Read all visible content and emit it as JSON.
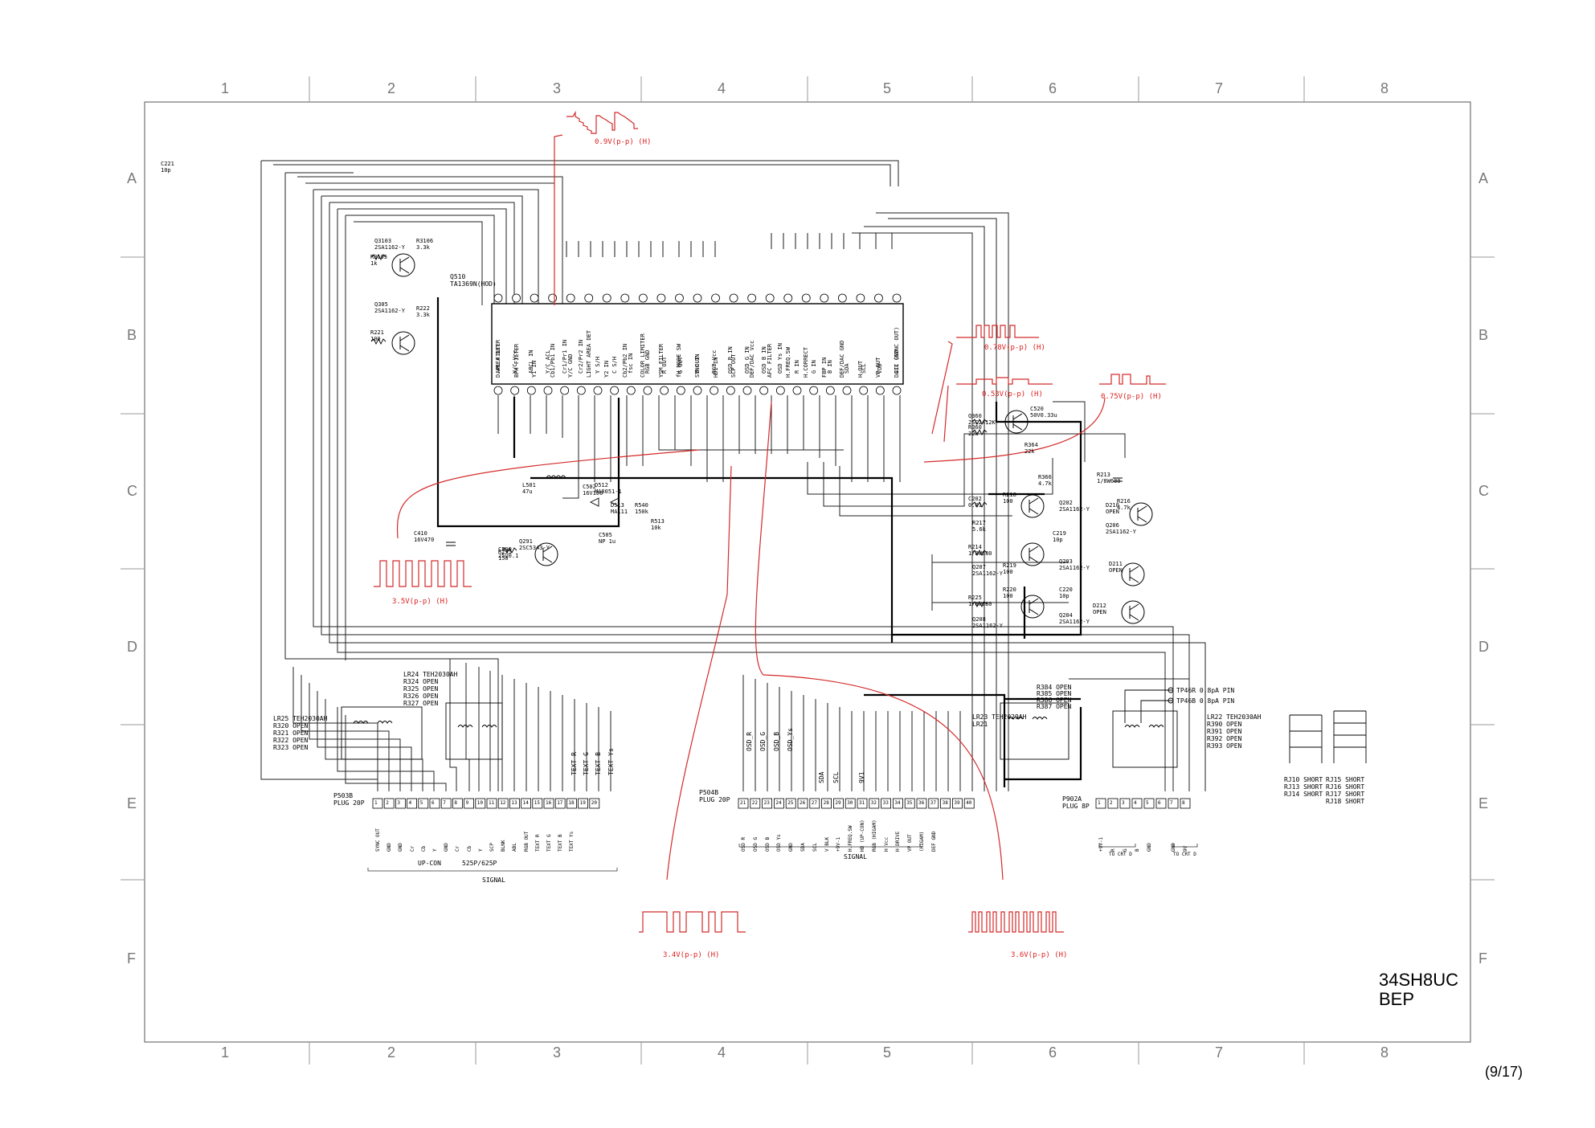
{
  "grid": {
    "columns": [
      "1",
      "2",
      "3",
      "4",
      "5",
      "6",
      "7",
      "8"
    ],
    "rows": [
      "A",
      "B",
      "C",
      "D",
      "E",
      "F"
    ]
  },
  "title_block": {
    "model": "34SH8UC",
    "variant": "BEP"
  },
  "page_number": "(9/17)",
  "waveforms": [
    {
      "id": "wf1",
      "amplitude": "0.9V(p-p)",
      "timebase": "(H)"
    },
    {
      "id": "wf2",
      "amplitude": "0.78V(p-p)",
      "timebase": "(H)"
    },
    {
      "id": "wf3",
      "amplitude": "0.53V(p-p)",
      "timebase": "(H)"
    },
    {
      "id": "wf4",
      "amplitude": "0.75V(p-p)",
      "timebase": "(H)"
    },
    {
      "id": "wf5",
      "amplitude": "3.5V(p-p)",
      "timebase": "(H)"
    },
    {
      "id": "wf6",
      "amplitude": "3.4V(p-p)",
      "timebase": "(H)"
    },
    {
      "id": "wf7",
      "amplitude": "3.6V(p-p)",
      "timebase": "(H)"
    }
  ],
  "main_ic": {
    "ref": "Q510",
    "part": "TA1369N(HOD)"
  },
  "ic_pins_top": [
    "D.AREA DET",
    "BPH FILTER",
    "Y1 IN",
    "Cb1/Pb1 IN",
    "Y/C GND",
    "LIGHT AREA DET",
    "Y2 IN",
    "Cb2/Pb2 IN",
    "COLOR LIMITER",
    "YSM FILTER",
    "fH MODE SW",
    "SYNC IN",
    "HD1 IN",
    "SCP OUT",
    "DEF/DAC Vcc",
    "AFC FILTER",
    "H.FREQ.SW",
    "H.CORRECT",
    "FBP IN",
    "DEF/DAC GND",
    "H-OUT",
    "VP OUT",
    "DAC1 (SYNC OUT)"
  ],
  "ic_pins_bottom": [
    "APL FILTER",
    "Y/C Vcc",
    "ABCL IN",
    "Y/C ACL",
    "Cr1/Pr1 IN",
    "Cr2/Pr2 IN",
    "Y S/H",
    "C S/H",
    "fsc IN",
    "RGB GND",
    "R OUT",
    "G OUT",
    "B OUT",
    "RGB Vcc",
    "OSD R IN",
    "OSD G IN",
    "OSD B IN",
    "OSD Ys IN",
    "R IN",
    "G IN",
    "B IN",
    "SDA",
    "SCL",
    "VDD",
    "IIC GND"
  ],
  "components": [
    {
      "ref": "Q3103",
      "val": "2SA1162-Y"
    },
    {
      "ref": "R3106",
      "val": "3.3k"
    },
    {
      "ref": "R3105",
      "val": "1k"
    },
    {
      "ref": "Q305",
      "val": "2SA1162-Y"
    },
    {
      "ref": "R222",
      "val": "3.3k"
    },
    {
      "ref": "R221",
      "val": "100"
    },
    {
      "ref": "Q291",
      "val": "2SC5343-Y"
    },
    {
      "ref": "R295",
      "val": "150"
    },
    {
      "ref": "C410",
      "val": "16V470"
    },
    {
      "ref": "L501",
      "val": "47u"
    },
    {
      "ref": "C500",
      "val": "25V0.1"
    },
    {
      "ref": "C502",
      "val": "16V100"
    },
    {
      "ref": "D512",
      "val": "MA8051-1"
    },
    {
      "ref": "D513",
      "val": "MA111"
    },
    {
      "ref": "R540",
      "val": "150k"
    },
    {
      "ref": "R513",
      "val": "10k"
    },
    {
      "ref": "C505",
      "val": "NP 1u"
    },
    {
      "ref": "C520",
      "val": "50V0.33u"
    },
    {
      "ref": "Q360",
      "val": "2SC2412K"
    },
    {
      "ref": "R360",
      "val": "22k"
    },
    {
      "ref": "R364",
      "val": "22k"
    },
    {
      "ref": "R366",
      "val": "4.7k"
    },
    {
      "ref": "R213",
      "val": "1/8W680"
    },
    {
      "ref": "C202",
      "val": "0.01"
    },
    {
      "ref": "R218",
      "val": "100"
    },
    {
      "ref": "Q202",
      "val": "2SA1162-Y"
    },
    {
      "ref": "D210",
      "val": "OPEN"
    },
    {
      "ref": "R216",
      "val": "4.7k"
    },
    {
      "ref": "Q206",
      "val": "2SA1162-Y"
    },
    {
      "ref": "R217",
      "val": "5.6k"
    },
    {
      "ref": "C219",
      "val": "10p"
    },
    {
      "ref": "R214",
      "val": "1/8W680"
    },
    {
      "ref": "R219",
      "val": "100"
    },
    {
      "ref": "Q203",
      "val": "2SA1162-Y"
    },
    {
      "ref": "D211",
      "val": "OPEN"
    },
    {
      "ref": "Q207",
      "val": "2SA1162-Y"
    },
    {
      "ref": "C220",
      "val": "10p"
    },
    {
      "ref": "R225",
      "val": "1/8W680"
    },
    {
      "ref": "R220",
      "val": "100"
    },
    {
      "ref": "Q204",
      "val": "2SA1162-Y"
    },
    {
      "ref": "D212",
      "val": "OPEN"
    },
    {
      "ref": "Q208",
      "val": "2SA1162-Y"
    },
    {
      "ref": "C221",
      "val": "10p"
    }
  ],
  "filter_blocks": [
    {
      "id": "LR25",
      "lines": [
        "LR25 TEH2030AH",
        "R320  OPEN",
        "R321  OPEN",
        "R322  OPEN",
        "R323  OPEN"
      ]
    },
    {
      "id": "LR24",
      "lines": [
        "LR24 TEH2030AH",
        "R324  OPEN",
        "R325  OPEN",
        "R326  OPEN",
        "R327  OPEN"
      ]
    },
    {
      "id": "LR23",
      "lines": [
        "LR23 TEH2029AH",
        "LR21",
        "R384 OPEN",
        "R385 OPEN",
        "R386 OPEN",
        "R387 OPEN"
      ]
    },
    {
      "id": "LR22",
      "lines": [
        "LR22  TEH2030AH",
        "R390  OPEN",
        "R391  OPEN",
        "R392  OPEN",
        "R393  OPEN"
      ]
    }
  ],
  "jumpers": [
    "RJ10 SHORT",
    "RJ13 SHORT",
    "RJ14 SHORT",
    "RJ15 SHORT",
    "RJ16 SHORT",
    "RJ17 SHORT",
    "RJ18 SHORT"
  ],
  "test_points": [
    "TP46R  0.8pA PIN",
    "TP46B  0.8pA PIN"
  ],
  "connectors": [
    {
      "ref": "P503B",
      "type": "PLUG 20P",
      "pins": [
        "1",
        "2",
        "3",
        "4",
        "5",
        "6",
        "7",
        "8",
        "9",
        "10",
        "11",
        "12",
        "13",
        "14",
        "15",
        "16",
        "17",
        "18",
        "19",
        "20"
      ],
      "signals": [
        "SYNC OUT",
        "GND",
        "GND",
        "Cr",
        "Cb",
        "Y",
        "GND",
        "Cr",
        "Cb",
        "Y",
        "SCP",
        "BLNK",
        "ABL",
        "RGB OUT",
        "TEXT R",
        "TEXT G",
        "TEXT B",
        "TEXT Ys",
        "",
        ""
      ],
      "group_labels": [
        "UP-CON",
        "525P/625P",
        "SIGNAL"
      ]
    },
    {
      "ref": "P504B",
      "type": "PLUG 20P",
      "pins": [
        "21",
        "22",
        "23",
        "24",
        "25",
        "26",
        "27",
        "28",
        "29",
        "30",
        "31",
        "32",
        "33",
        "34",
        "35",
        "36",
        "37",
        "38",
        "39",
        "40"
      ],
      "signals": [
        "OSD R",
        "OSD G",
        "OSD B",
        "OSD Ys",
        "GND",
        "SDA",
        "SCL",
        "V BLK",
        "+9V-1",
        "H.FREQ.SW",
        "HD (UP-CON)",
        "RGB (HIGAM)",
        "H Vcc",
        "H DRIVE",
        "VP OUT",
        "(HIGAM)",
        "DEF GND",
        "",
        "",
        ""
      ],
      "group_labels": [
        "SIGNAL"
      ]
    },
    {
      "ref": "P902A",
      "type": "PLUG 8P",
      "pins": [
        "1",
        "2",
        "3",
        "4",
        "5",
        "6",
        "7",
        "8"
      ],
      "signals": [
        "+9V-1",
        "R",
        "G",
        "B",
        "GND",
        "",
        "GND",
        "9V"
      ],
      "group_labels": [
        "TO CRT D",
        "TO CRT D"
      ]
    }
  ],
  "ic_region_labels": [
    "OSD_R",
    "OSD_G",
    "OSD_B",
    "OSD_Ys",
    "SDA",
    "SCL",
    "9V1",
    "TEXT Ys",
    "TEXT R",
    "TEXT G",
    "TEXT B"
  ],
  "colors": {
    "trace": "#222222",
    "bus": "#000000",
    "waveform": "#d42a2a",
    "border": "#555555"
  }
}
